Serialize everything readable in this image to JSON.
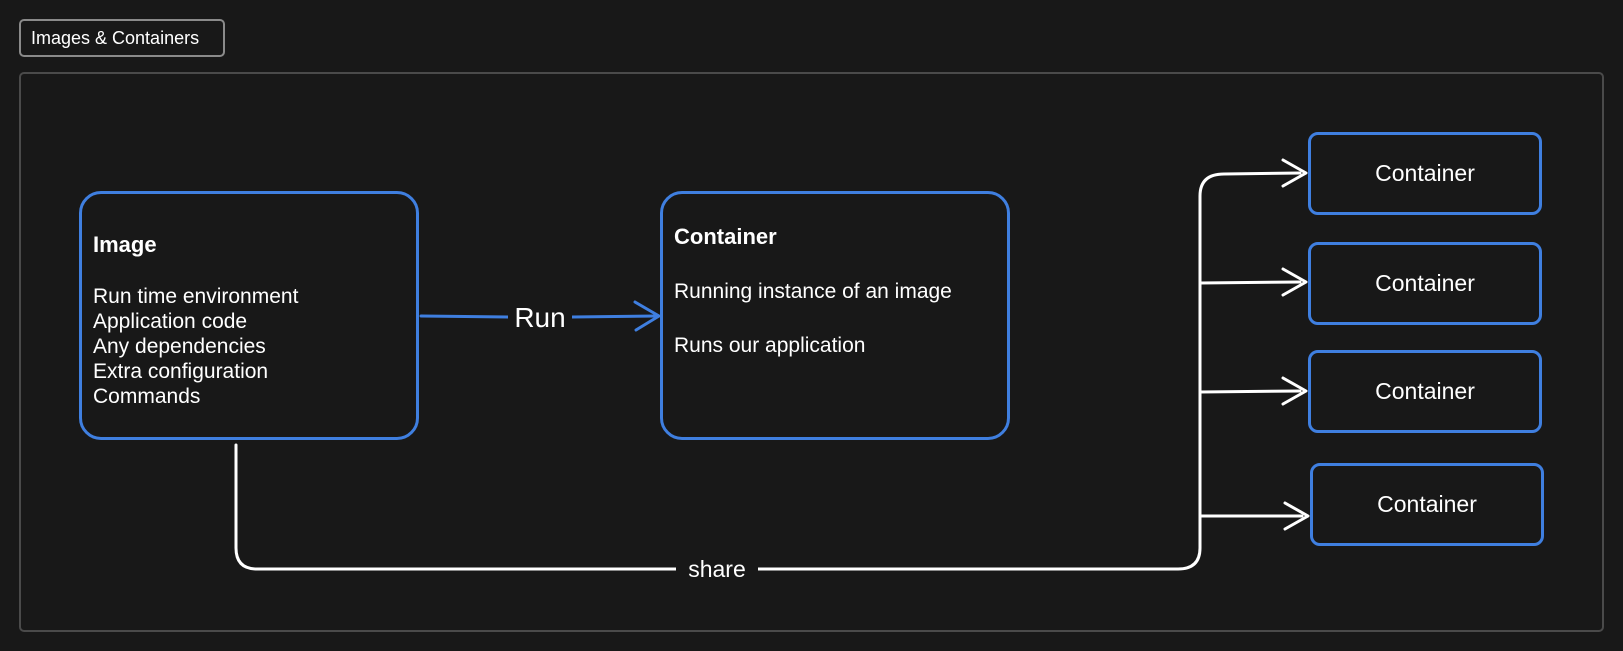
{
  "frame": {
    "title": "Images & Containers"
  },
  "image_node": {
    "title": "Image",
    "lines": [
      "Run time environment",
      "Application code",
      "Any dependencies",
      "Extra configuration",
      "Commands"
    ]
  },
  "container_node": {
    "title": "Container",
    "line1": "Running instance of an image",
    "line2": "Runs our application"
  },
  "edges": {
    "run_label": "Run",
    "share_label": "share"
  },
  "containers": [
    "Container",
    "Container",
    "Container",
    "Container"
  ],
  "colors": {
    "background": "#181818",
    "node_border": "#3f7fe0",
    "connector": "#ffffff",
    "frame_border": "#4a4a4a"
  }
}
